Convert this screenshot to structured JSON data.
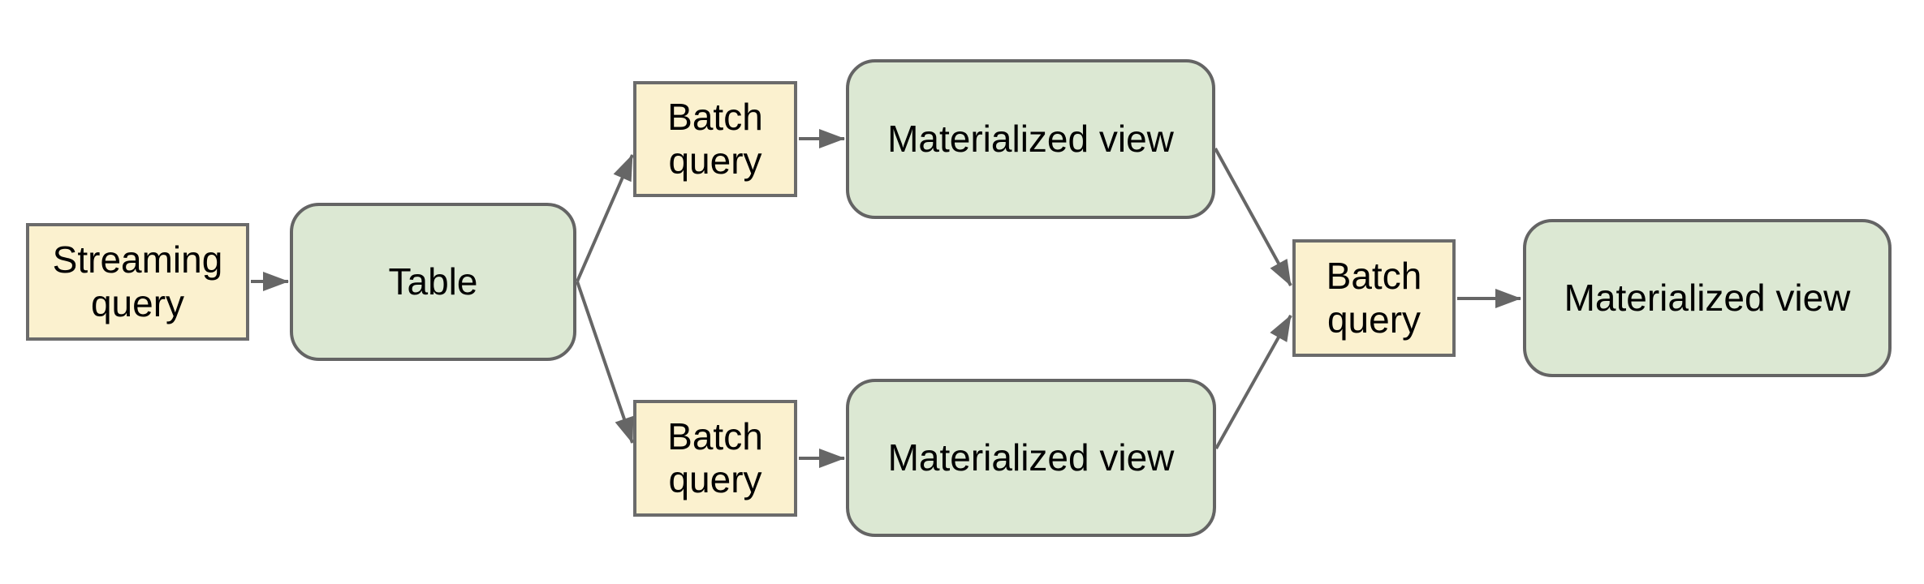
{
  "diagram": {
    "description": "Streaming and batch query materialization flow",
    "colors": {
      "background": "#ffffff",
      "node_yellow_fill": "#fbf1cf",
      "node_green_fill": "#dce8d3",
      "node_border": "#646464",
      "arrow": "#666666",
      "text": "#000000"
    },
    "nodes": {
      "streaming_query": {
        "label": "Streaming query",
        "shape": "rectangle",
        "fill": "#fbf1cf"
      },
      "table": {
        "label": "Table",
        "shape": "rounded-rectangle",
        "fill": "#dce8d3"
      },
      "batch_query_top": {
        "label": "Batch query",
        "shape": "rectangle",
        "fill": "#fbf1cf"
      },
      "materialized_view_top": {
        "label": "Materialized view",
        "shape": "rounded-rectangle",
        "fill": "#dce8d3"
      },
      "batch_query_bottom": {
        "label": "Batch query",
        "shape": "rectangle",
        "fill": "#fbf1cf"
      },
      "materialized_view_bottom": {
        "label": "Materialized view",
        "shape": "rounded-rectangle",
        "fill": "#dce8d3"
      },
      "batch_query_right": {
        "label": "Batch query",
        "shape": "rectangle",
        "fill": "#fbf1cf"
      },
      "materialized_view_right": {
        "label": "Materialized view",
        "shape": "rounded-rectangle",
        "fill": "#dce8d3"
      }
    },
    "edges": [
      {
        "from": "streaming_query",
        "to": "table"
      },
      {
        "from": "table",
        "to": "batch_query_top"
      },
      {
        "from": "table",
        "to": "batch_query_bottom"
      },
      {
        "from": "batch_query_top",
        "to": "materialized_view_top"
      },
      {
        "from": "batch_query_bottom",
        "to": "materialized_view_bottom"
      },
      {
        "from": "materialized_view_top",
        "to": "batch_query_right"
      },
      {
        "from": "materialized_view_bottom",
        "to": "batch_query_right"
      },
      {
        "from": "batch_query_right",
        "to": "materialized_view_right"
      }
    ]
  }
}
